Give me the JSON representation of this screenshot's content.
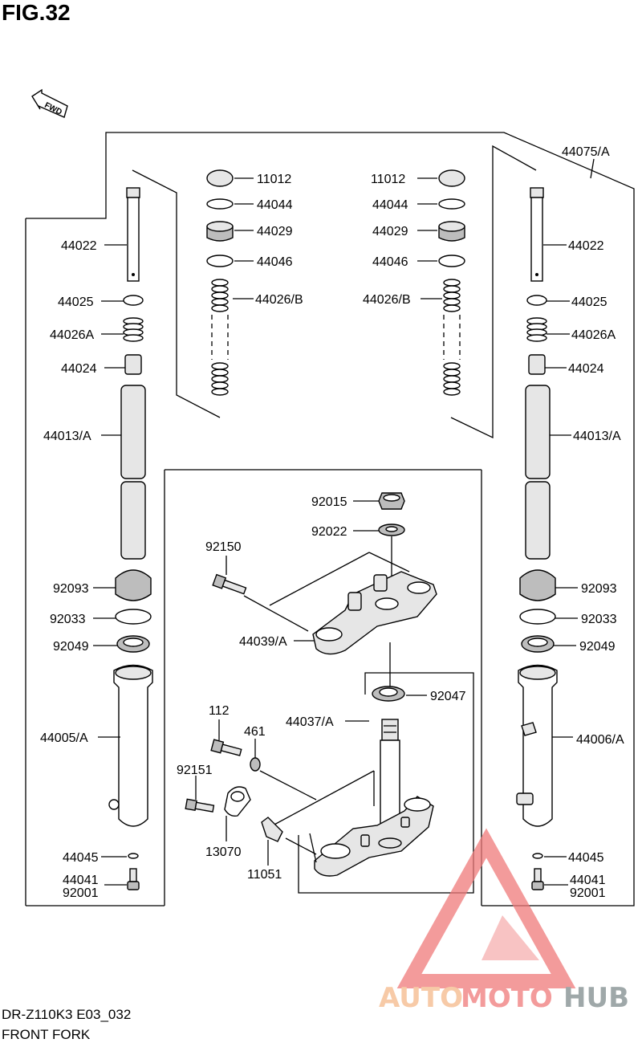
{
  "figure": {
    "title": "FIG.32",
    "direction_label": "FWD"
  },
  "footer": {
    "model": "DR-Z110K3 E03_032",
    "name": "FRONT FORK"
  },
  "watermark": {
    "brand_a": "AUTO",
    "brand_b": "MOTO",
    "brand_c": "HUB",
    "color_a": "#f5b98a",
    "color_b": "#f07a7a",
    "color_c": "#7f8c8d"
  },
  "labels": {
    "l44075A": "44075/A",
    "l11012_l": "11012",
    "l11012_r": "11012",
    "l44044_l": "44044",
    "l44044_r": "44044",
    "l44029_l": "44029",
    "l44029_r": "44029",
    "l44046_l": "44046",
    "l44046_r": "44046",
    "l44026B_l": "44026/B",
    "l44026B_r": "44026/B",
    "l44022_l": "44022",
    "l44022_r": "44022",
    "l44025_l": "44025",
    "l44025_r": "44025",
    "l44026A_l": "44026A",
    "l44026A_r": "44026A",
    "l44024_l": "44024",
    "l44024_r": "44024",
    "l44013A_l": "44013/A",
    "l44013A_r": "44013/A",
    "l92015": "92015",
    "l92022": "92022",
    "l92150": "92150",
    "l44039A": "44039/A",
    "l92093_l": "92093",
    "l92093_r": "92093",
    "l92033_l": "92033",
    "l92033_r": "92033",
    "l92049_l": "92049",
    "l92049_r": "92049",
    "l92047": "92047",
    "l44037A": "44037/A",
    "l112": "112",
    "l461": "461",
    "l92151": "92151",
    "l13070": "13070",
    "l11051": "11051",
    "l44005A": "44005/A",
    "l44006A": "44006/A",
    "l44045_l": "44045",
    "l44045_r": "44045",
    "l44041_l": "44041",
    "l44041_r": "44041",
    "l92001_l": "92001",
    "l92001_r": "92001"
  }
}
